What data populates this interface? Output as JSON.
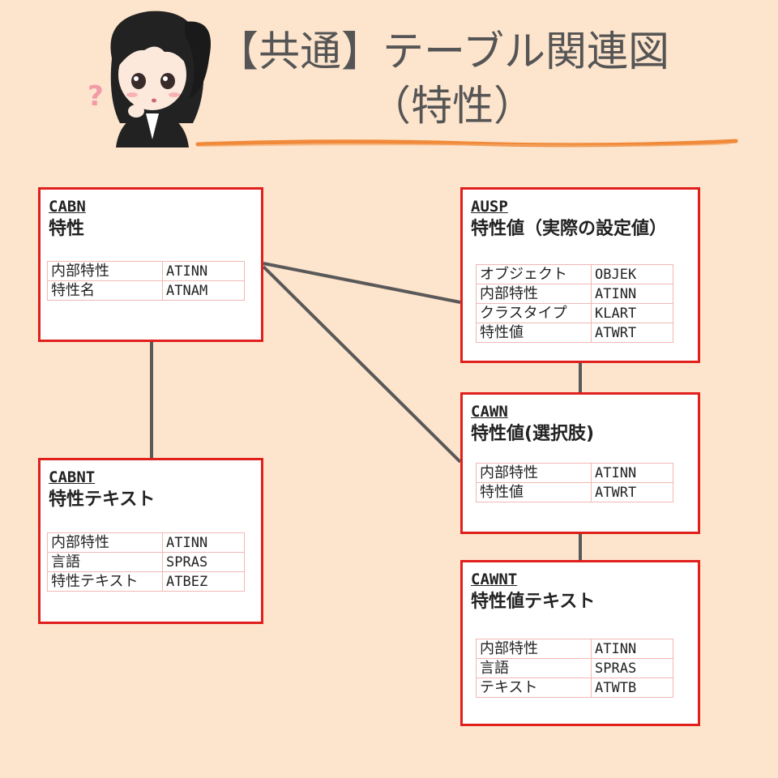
{
  "header": {
    "title_line1": "【共通】テーブル関連図",
    "title_line2": "（特性）"
  },
  "colors": {
    "background": "#fde4cc",
    "box_border": "#e0201c",
    "connector": "#595959",
    "title_text": "#555555",
    "underline": "#f08a3a"
  },
  "tables": {
    "cabn": {
      "code": "CABN",
      "name": "特性",
      "fields": [
        {
          "name": "内部特性",
          "code": "ATINN"
        },
        {
          "name": "特性名",
          "code": "ATNAM"
        }
      ]
    },
    "cabnt": {
      "code": "CABNT",
      "name": "特性テキスト",
      "fields": [
        {
          "name": "内部特性",
          "code": "ATINN"
        },
        {
          "name": "言語",
          "code": "SPRAS"
        },
        {
          "name": "特性テキスト",
          "code": "ATBEZ"
        }
      ]
    },
    "ausp": {
      "code": "AUSP",
      "name": "特性値（実際の設定値）",
      "fields": [
        {
          "name": "オブジェクト",
          "code": "OBJEK"
        },
        {
          "name": "内部特性",
          "code": "ATINN"
        },
        {
          "name": "クラスタイプ",
          "code": "KLART"
        },
        {
          "name": "特性値",
          "code": "ATWRT"
        }
      ]
    },
    "cawn": {
      "code": "CAWN",
      "name": "特性値(選択肢)",
      "fields": [
        {
          "name": "内部特性",
          "code": "ATINN"
        },
        {
          "name": "特性値",
          "code": "ATWRT"
        }
      ]
    },
    "cawnt": {
      "code": "CAWNT",
      "name": "特性値テキスト",
      "fields": [
        {
          "name": "内部特性",
          "code": "ATINN"
        },
        {
          "name": "言語",
          "code": "SPRAS"
        },
        {
          "name": "テキスト",
          "code": "ATWTB"
        }
      ]
    }
  },
  "relations": [
    {
      "from": "CABN",
      "to": "CABNT"
    },
    {
      "from": "CABN",
      "to": "AUSP"
    },
    {
      "from": "CABN",
      "to": "CAWN"
    },
    {
      "from": "AUSP",
      "to": "CAWN"
    },
    {
      "from": "CAWN",
      "to": "CAWNT"
    }
  ]
}
